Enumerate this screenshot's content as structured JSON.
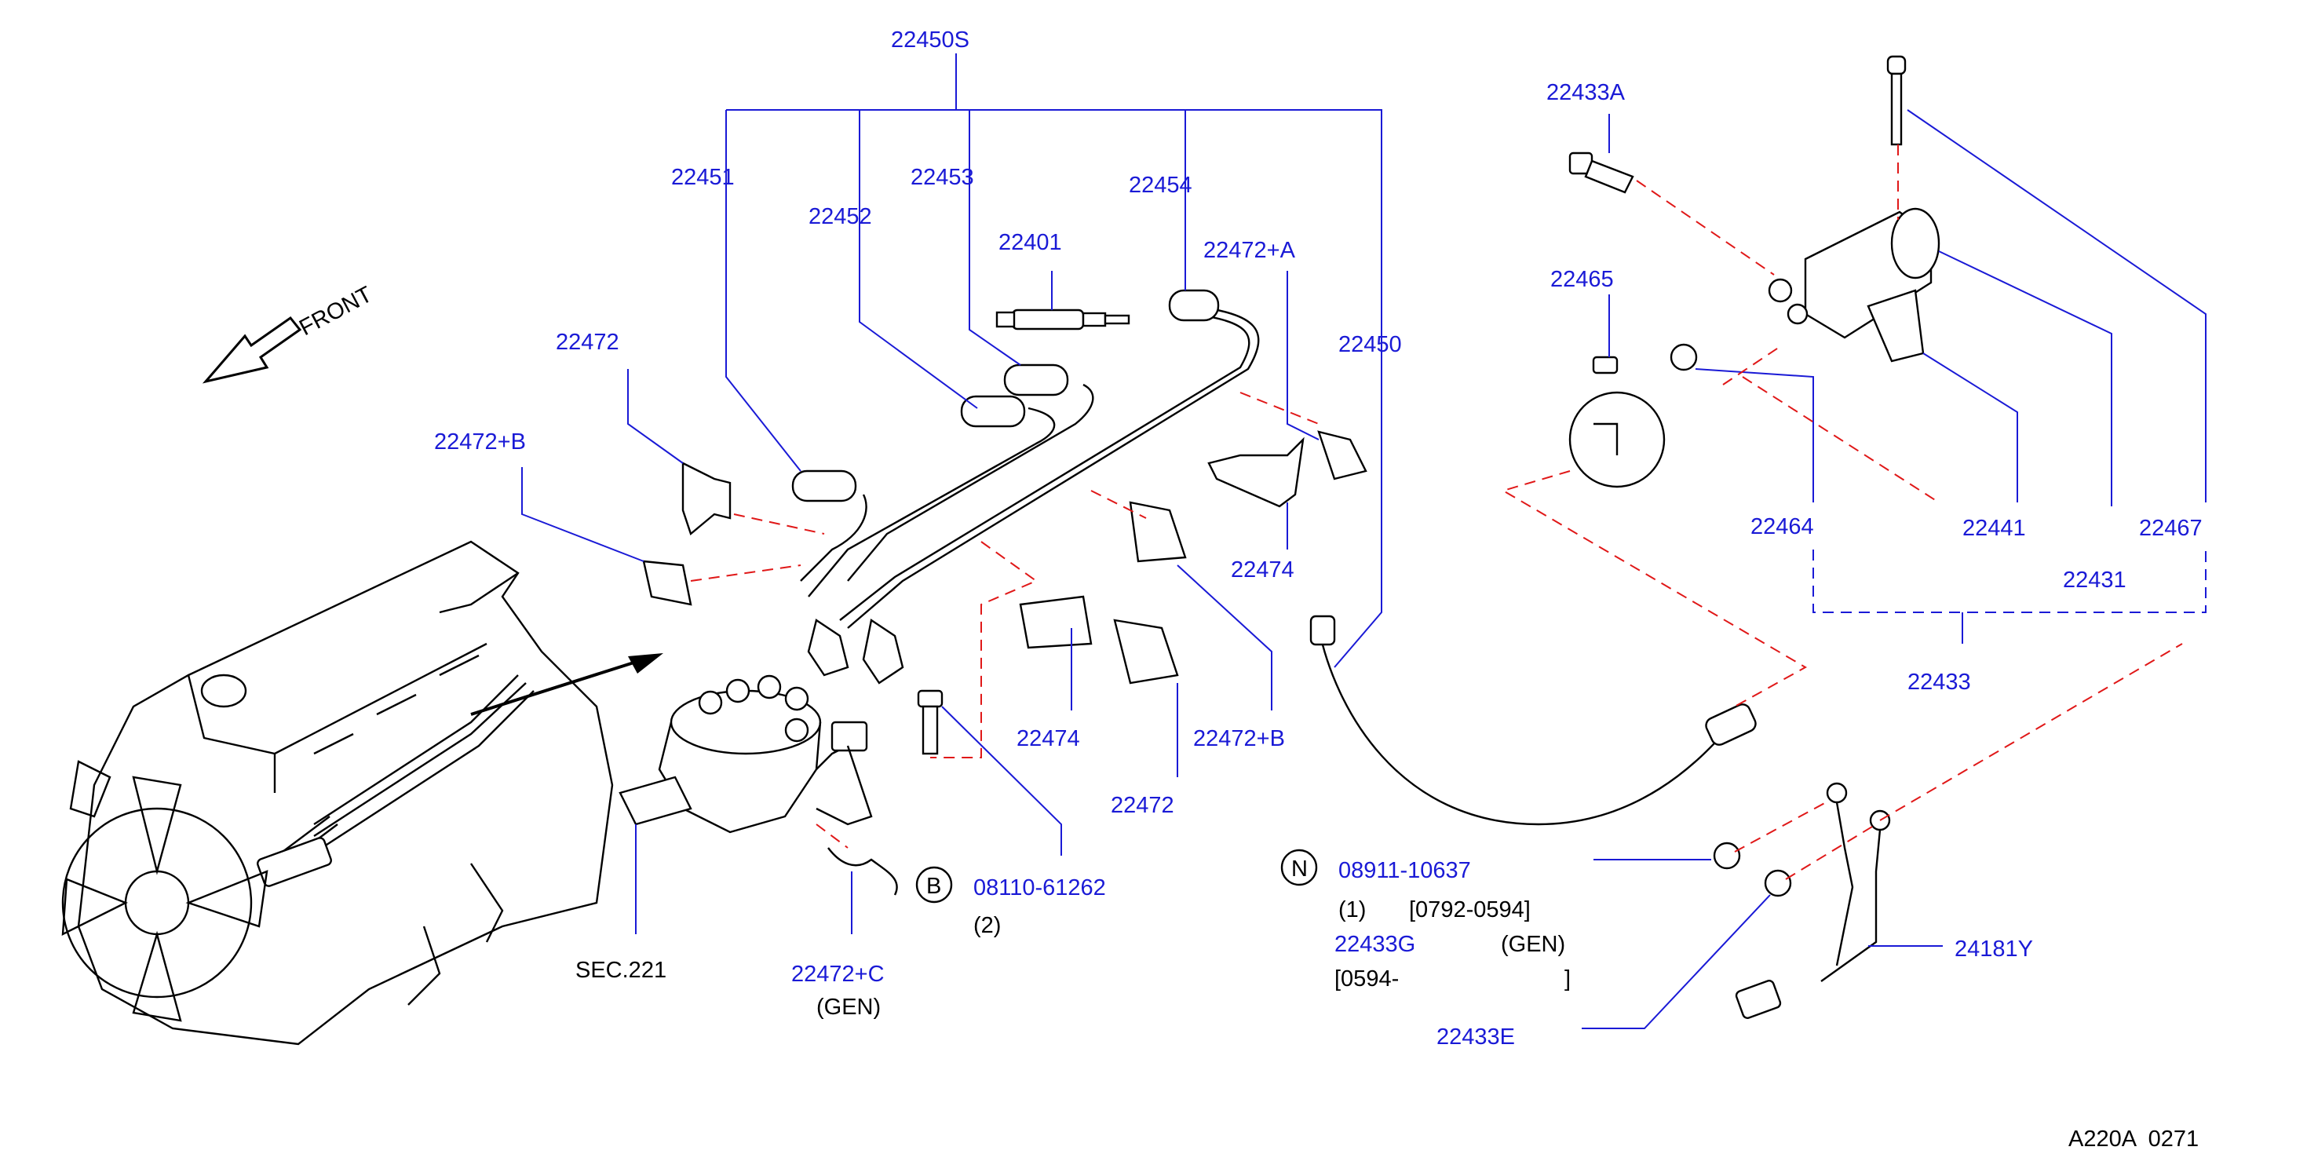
{
  "front_label": "FRONT",
  "labels": {
    "p22450S": "22450S",
    "p22451": "22451",
    "p22452": "22452",
    "p22453": "22453",
    "p22454": "22454",
    "p22401": "22401",
    "p22472A": "22472+A",
    "p22450": "22450",
    "p22472_top": "22472",
    "p22472B_top": "22472+B",
    "p22474_top": "22474",
    "p22474": "22474",
    "p22472B": "22472+B",
    "p22472": "22472",
    "p22433A": "22433A",
    "p22465": "22465",
    "p22464": "22464",
    "p22441": "22441",
    "p22431": "22431",
    "p22467": "22467",
    "p22433": "22433",
    "p24181Y": "24181Y",
    "p22433E": "22433E",
    "p22472C": "22472+C",
    "sec221": "SEC.221",
    "p08110": "08110-61262",
    "qty2": "(2)",
    "gen1": "(GEN)",
    "p08911": "08911-10637",
    "qty1": "(1)",
    "range1": "[0792-0594]",
    "p22433G": "22433G",
    "gen2": "(GEN)",
    "range2": "[0594-",
    "range2_end": "]",
    "circleB": "B",
    "circleN": "N",
    "ref": "A220A  0271"
  }
}
